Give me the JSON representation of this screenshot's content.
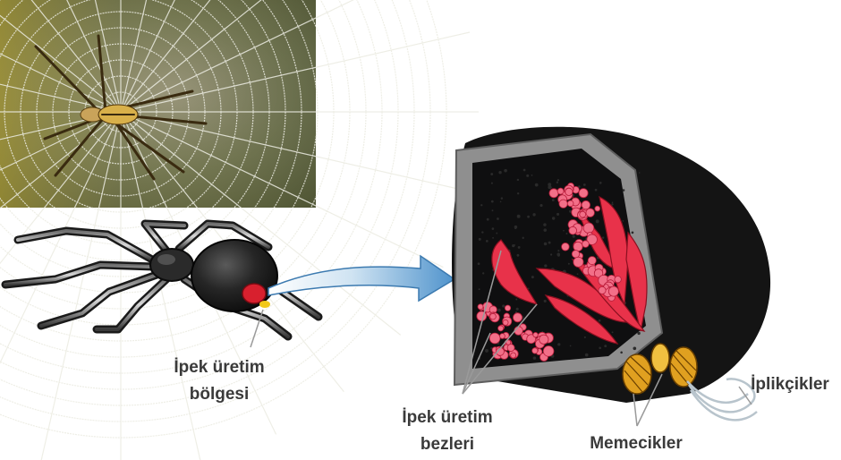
{
  "labels": {
    "silk_region": {
      "line1": "İpek üretim",
      "line2": "bölgesi"
    },
    "silk_glands": {
      "line1": "İpek üretim",
      "line2": "bezleri"
    },
    "spinnerets": "Memecikler",
    "spigots": "İplikçikler"
  },
  "colors": {
    "web_photo_bg": "#8a8a5a",
    "web_strand": "#e8e8e0",
    "spider_body": "#1c1c1c",
    "gland_red": "#e8324a",
    "gland_pink": "#f07a90",
    "arrow_blue": "#5a9ccf",
    "section_dark": "#151515",
    "section_rim": "#8a8a8a"
  }
}
